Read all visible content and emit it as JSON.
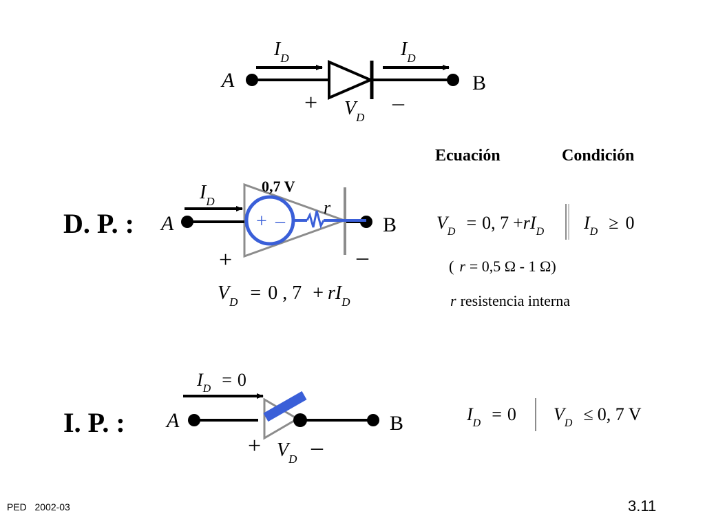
{
  "colors": {
    "ink": "#000000",
    "blue": "#3a5fd8",
    "gray": "#8c8c8c"
  },
  "header": {
    "current": "I",
    "current_sub": "D",
    "node_a": "A",
    "node_b": "B",
    "plus": "+",
    "minus": "–",
    "voltage": "V",
    "voltage_sub": "D"
  },
  "table_headers": {
    "equation": "Ecuación",
    "condition": "Condición"
  },
  "dp": {
    "label": "D. P. :",
    "source_value": "0,7 V",
    "resistor": "r",
    "source_plus": "+",
    "source_minus": "–",
    "formula": {
      "v": "V",
      "v_sub": "D",
      "eq": "=",
      "num": "0 , 7",
      "plus": "+",
      "term": "rI",
      "term_sub": "D"
    },
    "equation": {
      "v": "V",
      "v_sub": "D",
      "eq": "=",
      "num": "0, 7",
      "plus": "+",
      "term": "rI",
      "term_sub": "D"
    },
    "condition": {
      "i": "I",
      "i_sub": "D",
      "op": "≥",
      "val": "0"
    },
    "range_open": "(",
    "range_r": "r",
    "range_rest": "= 0,5 Ω - 1 Ω)",
    "note_r": "r",
    "note_rest": "resistencia interna"
  },
  "ip": {
    "label": "I. P. :",
    "current_eq": {
      "i": "I",
      "i_sub": "D",
      "eq": "=",
      "val": "0"
    },
    "equation": {
      "i": "I",
      "i_sub": "D",
      "eq": "=",
      "val": "0"
    },
    "condition": {
      "v": "V",
      "v_sub": "D",
      "op": "≤",
      "val": "0, 7 V"
    }
  },
  "footer": {
    "left": "PED   2002-03",
    "page": "3.11"
  }
}
